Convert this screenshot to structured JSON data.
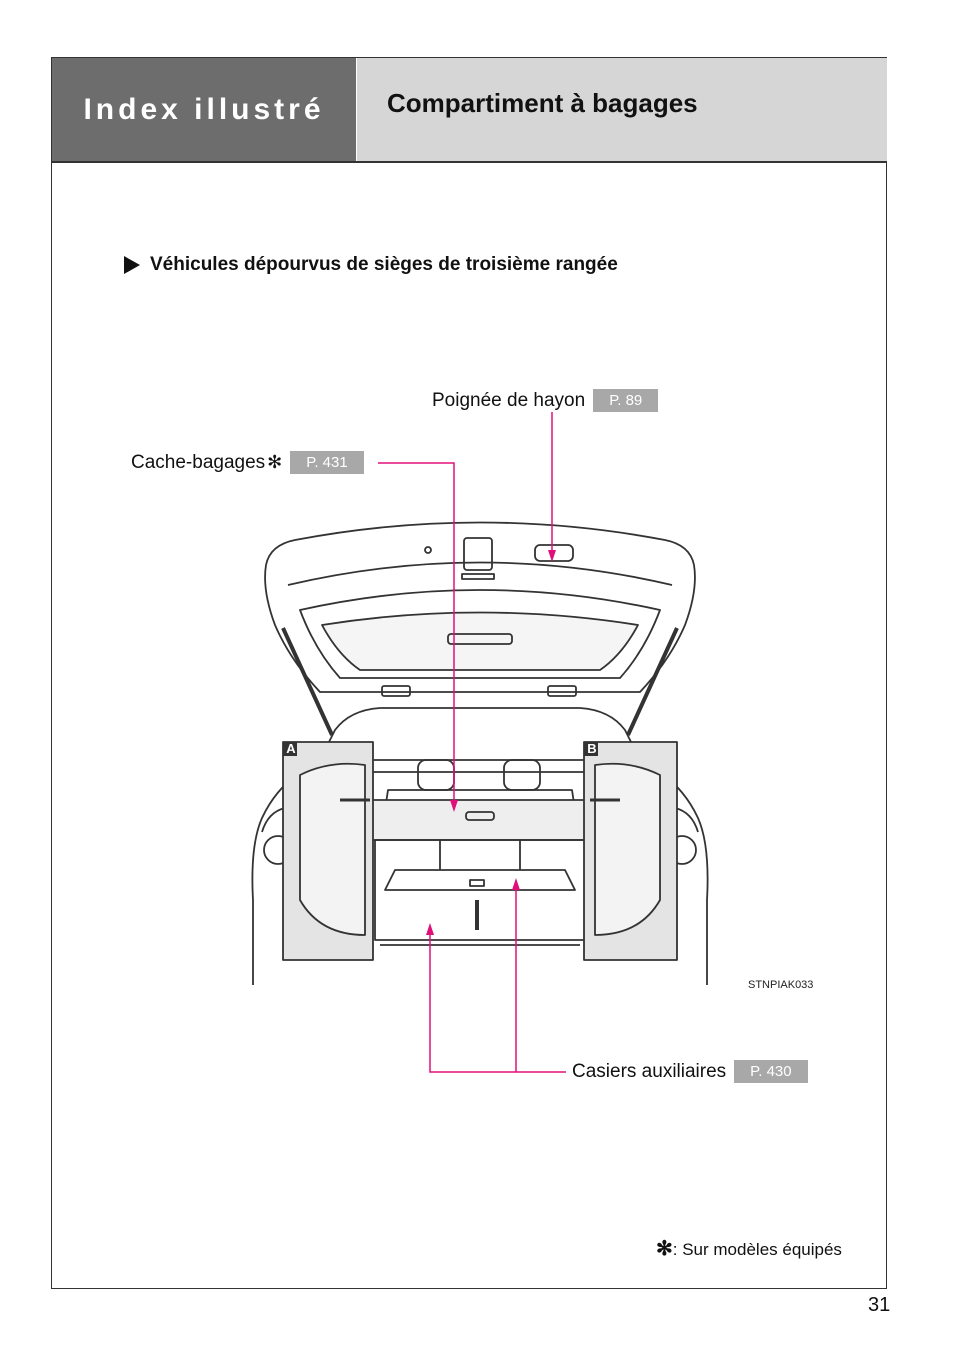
{
  "header": {
    "section_title": "Index illustré",
    "page_title": "Compartiment à bagages"
  },
  "subsection": "Véhicules dépourvus de sièges de troisième rangée",
  "callouts": {
    "tailgate_handle": {
      "label": "Poignée de hayon",
      "ref": "P. 89"
    },
    "luggage_cover": {
      "label": "Cache-bagages",
      "ref": "P. 431"
    },
    "auxiliary_boxes": {
      "label": "Casiers auxiliaires",
      "ref": "P. 430"
    }
  },
  "markers": {
    "a": "A",
    "b": "B"
  },
  "figure_code": "STNPIAK033",
  "footnote": {
    "symbol": "✻",
    "text": ": Sur modèles équipés"
  },
  "page_number": "31",
  "colors": {
    "header_dark": "#6d6d6d",
    "header_light": "#d6d6d6",
    "callout_line": "#e0107a",
    "ref_badge": "#a8a8a8"
  }
}
